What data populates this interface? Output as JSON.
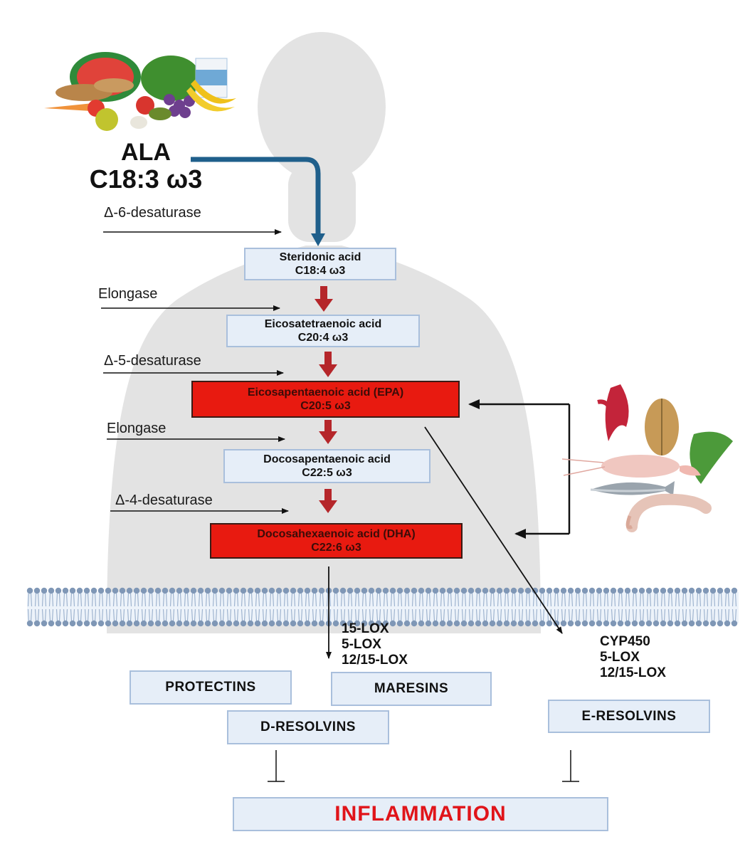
{
  "source": {
    "name": "ALA",
    "formula": "C18:3 ω3"
  },
  "pathway": [
    {
      "name": "Steridonic acid",
      "formula": "C18:4 ω3",
      "enzyme": "Δ-6-desaturase"
    },
    {
      "name": "Eicosatetraenoic acid",
      "formula": "C20:4 ω3",
      "enzyme": "Elongase"
    },
    {
      "name": "Eicosapentaenoic acid (EPA)",
      "formula": "C20:5 ω3",
      "enzyme": "Δ-5-desaturase"
    },
    {
      "name": "Docosapentaenoic acid",
      "formula": "C22:5 ω3",
      "enzyme": "Elongase"
    },
    {
      "name": "Docosahexaenoic acid (DHA)",
      "formula": "C22:6 ω3",
      "enzyme": "Δ-4-desaturase"
    }
  ],
  "dha_enzymes": [
    "15-LOX",
    "5-LOX",
    "12/15-LOX"
  ],
  "epa_enzymes": [
    "CYP450",
    "5-LOX",
    "12/15-LOX"
  ],
  "mediators": {
    "protectins": "PROTECTINS",
    "maresins": "MARESINS",
    "d_resolvins": "D-RESOLVINS",
    "e_resolvins": "E-RESOLVINS"
  },
  "outcome": "INFLAMMATION",
  "colors": {
    "highlight_box": "#e81a10",
    "plain_box": "#e6eef8",
    "outcome_text": "#e0141a",
    "intake_arrow": "#1f5f8b",
    "step_arrow": "#b5262a"
  },
  "icons": [
    "food-cluster-icon",
    "seafood-cluster-icon",
    "human-silhouette-icon",
    "cell-membrane-icon"
  ]
}
